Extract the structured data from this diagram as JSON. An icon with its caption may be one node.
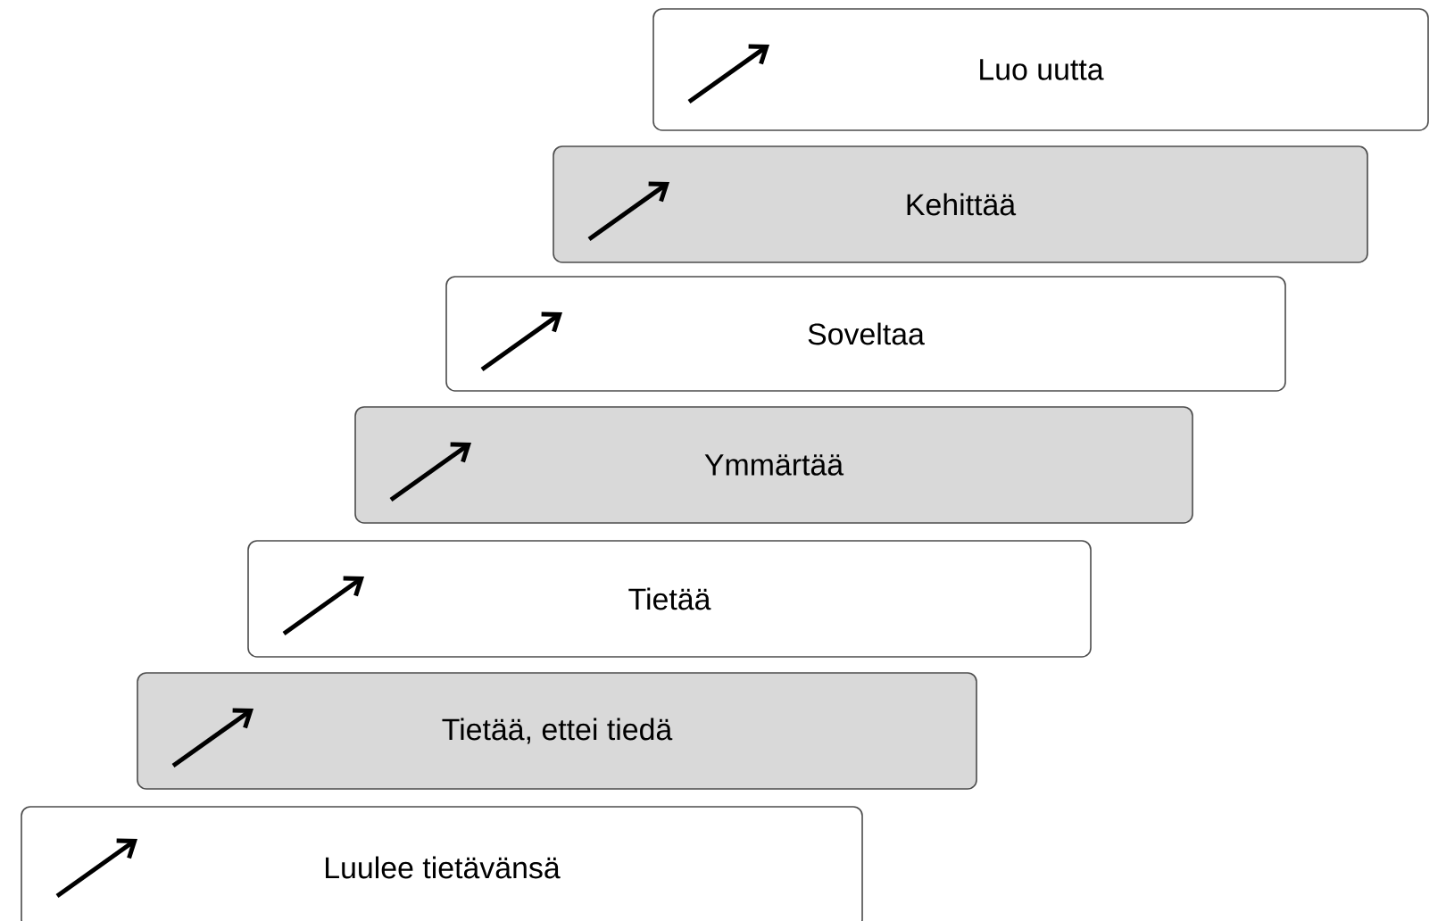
{
  "diagram": {
    "nodes": [
      {
        "text": [
          "Luo uutta"
        ]
      },
      {
        "text": [
          "Kehittää"
        ]
      },
      {
        "text": [
          "Soveltaa"
        ]
      },
      {
        "text": [
          "Ymmärtää"
        ]
      },
      {
        "text": [
          "Tietää"
        ]
      },
      {
        "text": [
          "Tietää, ettei tiedä"
        ]
      },
      {
        "text": [
          "Luulee tietävänsä"
        ]
      }
    ]
  }
}
